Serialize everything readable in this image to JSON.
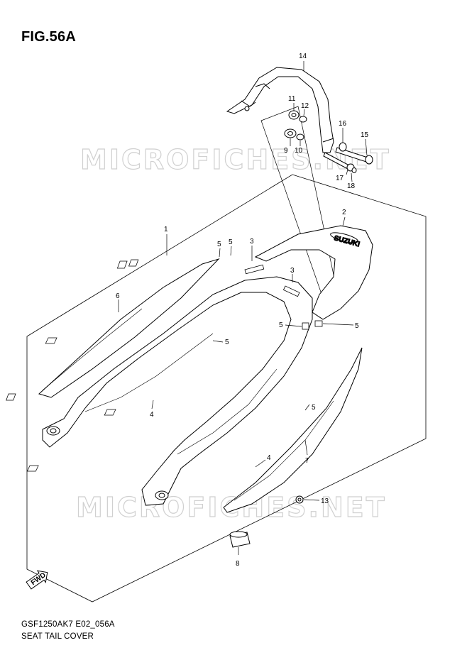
{
  "figure": {
    "title": "FIG.56A",
    "code": "GSF1250AK7 E02_056A",
    "name": "SEAT TAIL COVER"
  },
  "watermark": {
    "text": "MICROFICHES.NET"
  },
  "fwd_badge": {
    "text": "FWD"
  },
  "callouts": {
    "p1": "1",
    "p2": "2",
    "p3a": "3",
    "p3b": "3",
    "p4a": "4",
    "p4b": "4",
    "p5a": "5",
    "p5b": "5",
    "p5c": "5",
    "p5d": "5",
    "p5e": "5",
    "p5f": "5",
    "p6": "6",
    "p7": "7",
    "p8": "8",
    "p9": "9",
    "p10": "10",
    "p11": "11",
    "p12": "12",
    "p13": "13",
    "p14": "14",
    "p15": "15",
    "p16": "16",
    "p17": "17",
    "p18": "18"
  }
}
